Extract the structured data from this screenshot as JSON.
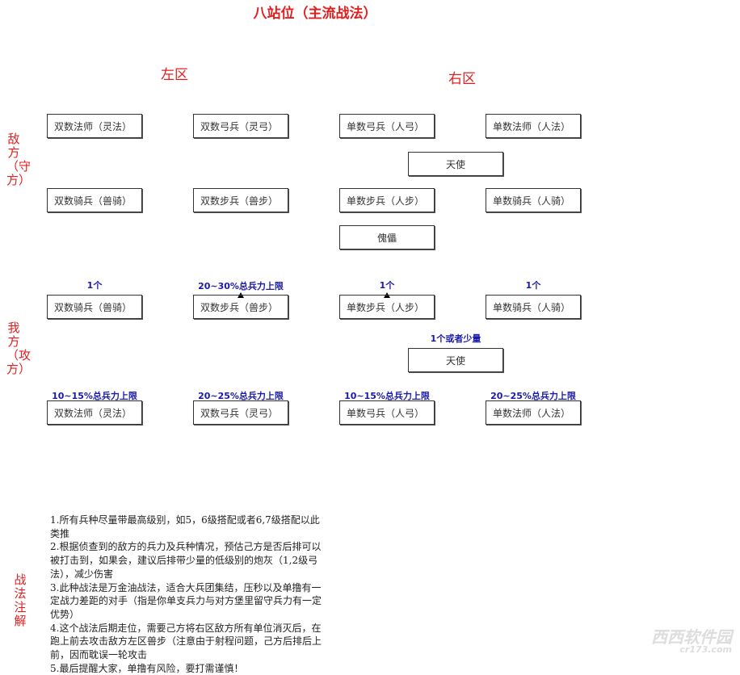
{
  "title": "八站位（主流战法）",
  "zones": {
    "left": "左区",
    "right": "右区"
  },
  "side_labels": {
    "enemy": "敌方（守方）",
    "ours": "我方（攻方）",
    "notes": "战法注解"
  },
  "enemy": {
    "row1": [
      "双数法师（灵法）",
      "双数弓兵（灵弓）",
      "单数弓兵（人弓）",
      "单数法师（人法）"
    ],
    "angel": "天使",
    "row2": [
      "双数骑兵（兽骑）",
      "双数步兵（兽步）",
      "单数步兵（人步）",
      "单数骑兵（人骑）"
    ],
    "puppet": "傀儡"
  },
  "ours": {
    "row1": [
      "双数骑兵（兽骑）",
      "双数步兵（兽步）",
      "单数步兵（人步）",
      "单数骑兵（人骑）"
    ],
    "row1_notes": [
      "1个",
      "20~30%总兵力上限",
      "1个",
      "1个"
    ],
    "angel": "天使",
    "angel_note": "1个或者少量",
    "row2": [
      "双数法师（灵法）",
      "双数弓兵（灵弓）",
      "单数弓兵（人弓）",
      "单数法师（人法）"
    ],
    "row2_notes": [
      "10~15%总兵力上限",
      "20~25%总兵力上限",
      "10~15%总兵力上限",
      "20~25%总兵力上限"
    ]
  },
  "notes": [
    "1.所有兵种尽量带最高级别，如5，6级搭配或者6,7级搭配以此类推",
    "2.根据侦查到的敌方的兵力及兵种情况，预估己方是否后排可以被打击到，如果会，建议后排带少量的低级别的炮灰（1,2级弓法），减少伤害",
    "3.此种战法是万金油战法，适合大兵团集结，压秒以及单撸有一定战力差距的对手（指是你单支兵力与对方堡里留守兵力有一定优势）",
    "4.这个战法后期走位，需要己方将右区敌方所有单位消灭后，在跑上前去攻击敌方左区兽步（注意由于射程问题，己方后排后上前，因而耽误一轮攻击",
    "5.最后提醒大家，单撸有风险，要打需谨慎！"
  ],
  "watermark": {
    "name": "西西软件园",
    "url": "cr173.com"
  }
}
